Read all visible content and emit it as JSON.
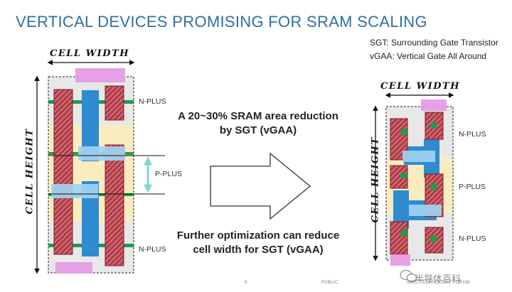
{
  "title": "VERTICAL DEVICES PROMISING FOR SRAM SCALING",
  "legend": {
    "sgt": "SGT: Surrounding Gate Transistor",
    "vgaa": "vGAA: Vertical Gate All Around"
  },
  "left_cell": {
    "width_label": "CELL WIDTH",
    "height_label": "CELL HEIGHT",
    "regions": [
      "N-PLUS",
      "P-PLUS",
      "N-PLUS"
    ]
  },
  "right_cell": {
    "width_label": "CELL WIDTH",
    "height_label": "CELL HEIGHT",
    "regions": [
      "N-PLUS",
      "P-PLUS",
      "N-PLUS"
    ]
  },
  "caption_top": [
    "A 20~30% SRAM area reduction",
    "by SGT (vGAA)"
  ],
  "caption_bottom": [
    "Further optimization can reduce",
    "cell width for SGT (vGAA)"
  ],
  "footer": {
    "page": "9",
    "classification": "PUBLIC",
    "event": "IMEC TECHNOLOGY FORUM"
  },
  "watermark": "半导体百科",
  "colors": {
    "title": "#2f6fa3",
    "yellow_band": "#fbecc0",
    "gray_band": "#e6e6e6",
    "red_gate": "#b43c48",
    "blue_active": "#2e8bd0",
    "light_blue": "#9fd2f2",
    "pink_contact": "#e59ce6",
    "green": "#1a9e4a",
    "teal_arrow": "#7fd6cf"
  }
}
